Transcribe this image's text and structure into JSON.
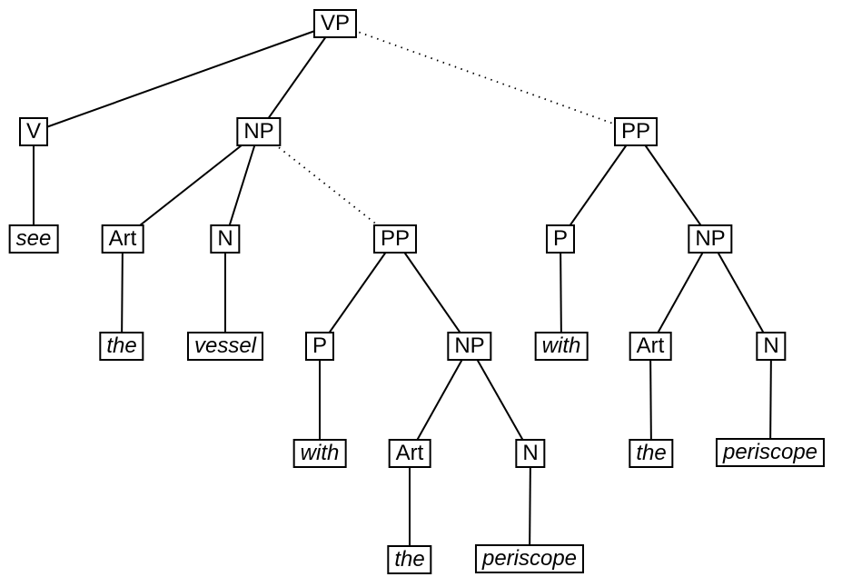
{
  "diagram": {
    "kind": "syntax-parse-tree",
    "colors": {
      "line": "#000000",
      "box_border": "#000000",
      "box_fill": "#ffffff",
      "background": "#ffffff"
    },
    "tree": {
      "label": "VP",
      "children": [
        {
          "label": "V",
          "edge": "solid",
          "children": [
            {
              "label": "see",
              "edge": "solid",
              "terminal": true
            }
          ]
        },
        {
          "label": "NP",
          "edge": "solid",
          "children": [
            {
              "label": "Art",
              "edge": "solid",
              "children": [
                {
                  "label": "the",
                  "edge": "solid",
                  "terminal": true
                }
              ]
            },
            {
              "label": "N",
              "edge": "solid",
              "children": [
                {
                  "label": "vessel",
                  "edge": "solid",
                  "terminal": true
                }
              ]
            },
            {
              "label": "PP",
              "edge": "dotted",
              "children": [
                {
                  "label": "P",
                  "edge": "solid",
                  "children": [
                    {
                      "label": "with",
                      "edge": "solid",
                      "terminal": true
                    }
                  ]
                },
                {
                  "label": "NP",
                  "edge": "solid",
                  "children": [
                    {
                      "label": "Art",
                      "edge": "solid",
                      "children": [
                        {
                          "label": "the",
                          "edge": "solid",
                          "terminal": true
                        }
                      ]
                    },
                    {
                      "label": "N",
                      "edge": "solid",
                      "children": [
                        {
                          "label": "periscope",
                          "edge": "solid",
                          "terminal": true
                        }
                      ]
                    }
                  ]
                }
              ]
            }
          ]
        },
        {
          "label": "PP",
          "edge": "dotted",
          "children": [
            {
              "label": "P",
              "edge": "solid",
              "children": [
                {
                  "label": "with",
                  "edge": "solid",
                  "terminal": true
                }
              ]
            },
            {
              "label": "NP",
              "edge": "solid",
              "children": [
                {
                  "label": "Art",
                  "edge": "solid",
                  "children": [
                    {
                      "label": "the",
                      "edge": "solid",
                      "terminal": true
                    }
                  ]
                },
                {
                  "label": "N",
                  "edge": "solid",
                  "children": [
                    {
                      "label": "periscope",
                      "edge": "solid",
                      "terminal": true
                    }
                  ]
                }
              ]
            }
          ]
        }
      ]
    }
  }
}
